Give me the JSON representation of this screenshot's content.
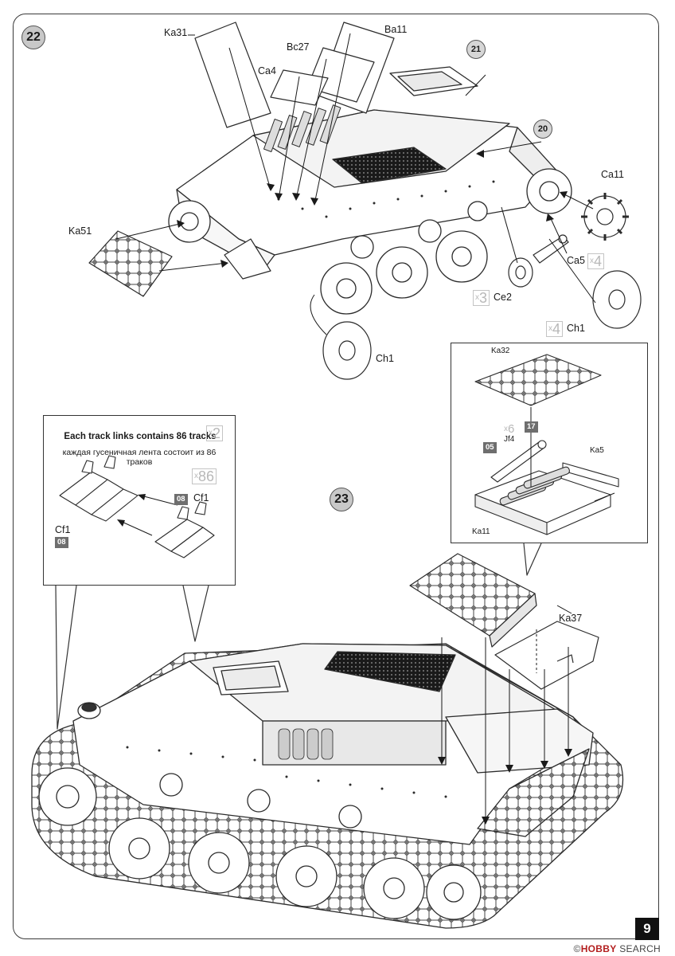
{
  "page_number": "9",
  "steps": {
    "step22": "22",
    "step23": "23"
  },
  "refs": {
    "ref21": "21",
    "ref20": "20"
  },
  "parts": {
    "ka31": "Ka31",
    "ba11": "Ba11",
    "bc27": "Bc27",
    "ca4": "Ca4",
    "ka51": "Ka51",
    "ca11": "Ca11",
    "ca5": "Ca5",
    "ce2": "Ce2",
    "ch1_top": "Ch1",
    "ch1_bottom": "Ch1",
    "ka37": "Ka37",
    "ka32": "Ka32",
    "ka5": "Ka5",
    "ka11": "Ka11",
    "jf4": "Jf4",
    "cf1_right": "Cf1",
    "cf1_left": "Cf1"
  },
  "quantities": {
    "ca5": "4",
    "ce2": "3",
    "ch1": "4",
    "jf4": "6",
    "tracks": "2",
    "track_links": "86",
    "x": "x"
  },
  "color_badges": {
    "jf4_a": "17",
    "jf4_b": "05",
    "cf1_right": "08",
    "cf1_left": "08"
  },
  "track_note": {
    "title": "Each track links contains 86 tracks",
    "subtitle": "каждая гусеничная лента состоит из 86 траков"
  },
  "watermark": {
    "brand": "HOBBY",
    "suffix": "SEARCH",
    "mark": "©"
  },
  "colors": {
    "badge": "#6e6e6e",
    "step_fill": "#c8c8c8",
    "qty_gray": "#b8b8b8",
    "watermark_red": "#b31e1e"
  }
}
